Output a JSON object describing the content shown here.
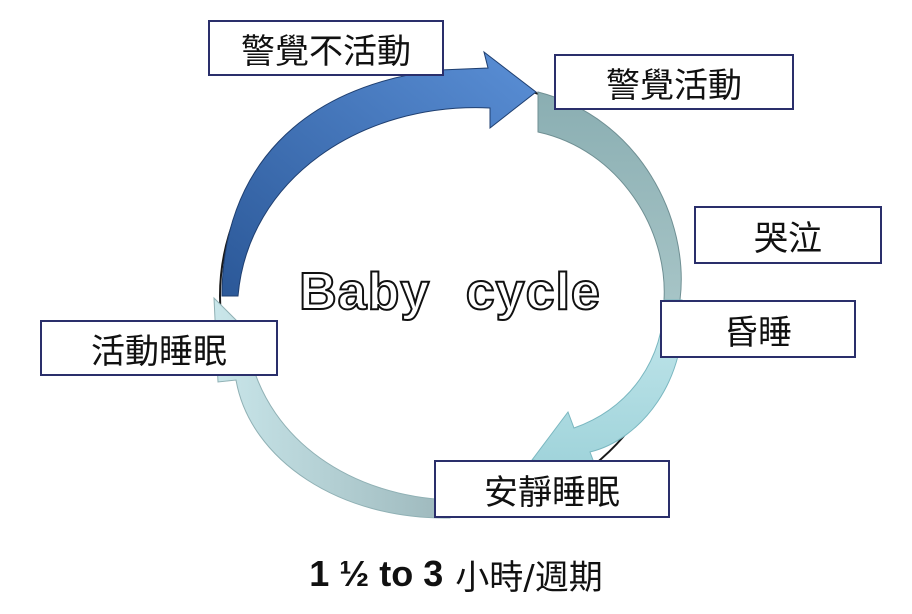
{
  "diagram": {
    "center_label": "Baby  cycle",
    "stages": [
      {
        "label": "警覺不活動"
      },
      {
        "label": "警覺活動"
      },
      {
        "label": "哭泣"
      },
      {
        "label": "昏睡"
      },
      {
        "label": "安靜睡眠"
      },
      {
        "label": "活動睡眠"
      }
    ],
    "caption": {
      "duration": "1 ½ to 3",
      "unit": "小時/週期"
    },
    "colors": {
      "arc_dark_blue": "#3d6db5",
      "arc_grey_teal": "#93b2b6",
      "arc_light_cyan": "#b8e0e6",
      "box_border": "#2a2f6b"
    }
  }
}
